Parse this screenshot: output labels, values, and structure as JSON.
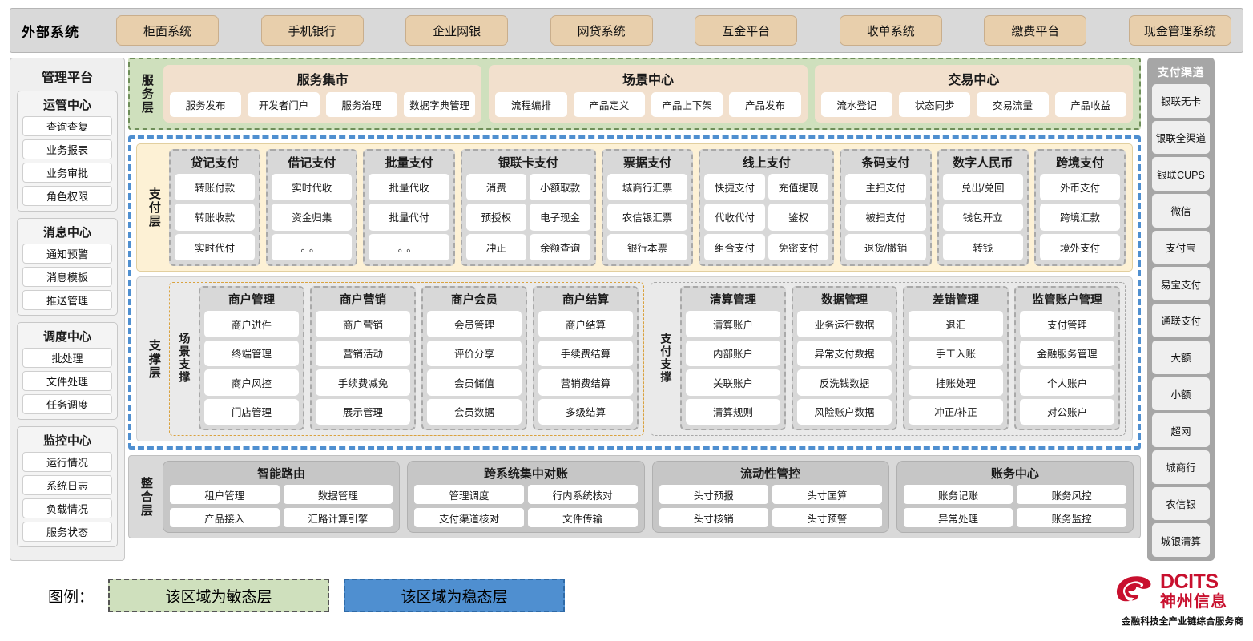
{
  "external": {
    "title": "外部系统",
    "items": [
      "柜面系统",
      "手机银行",
      "企业网银",
      "网贷系统",
      "互金平台",
      "收单系统",
      "缴费平台",
      "现金管理系统"
    ]
  },
  "management": {
    "title": "管理平台",
    "groups": [
      {
        "title": "运管中心",
        "items": [
          "查询查复",
          "业务报表",
          "业务审批",
          "角色权限"
        ]
      },
      {
        "title": "消息中心",
        "items": [
          "通知预警",
          "消息模板",
          "推送管理"
        ]
      },
      {
        "title": "调度中心",
        "items": [
          "批处理",
          "文件处理",
          "任务调度"
        ]
      },
      {
        "title": "监控中心",
        "items": [
          "运行情况",
          "系统日志",
          "负载情况",
          "服务状态"
        ]
      }
    ]
  },
  "service_layer": {
    "label": "服务层",
    "cards": [
      {
        "title": "服务集市",
        "items": [
          "服务发布",
          "开发者门户",
          "服务治理",
          "数据字典管理"
        ]
      },
      {
        "title": "场景中心",
        "items": [
          "流程编排",
          "产品定义",
          "产品上下架",
          "产品发布"
        ]
      },
      {
        "title": "交易中心",
        "items": [
          "流水登记",
          "状态同步",
          "交易流量",
          "产品收益"
        ]
      }
    ]
  },
  "pay_layer": {
    "label": "支付层",
    "columns": [
      {
        "title": "贷记支付",
        "cols": 1,
        "items": [
          "转账付款",
          "转账收款",
          "实时代付"
        ]
      },
      {
        "title": "借记支付",
        "cols": 1,
        "items": [
          "实时代收",
          "资金归集",
          "。。"
        ]
      },
      {
        "title": "批量支付",
        "cols": 1,
        "items": [
          "批量代收",
          "批量代付",
          "。。"
        ]
      },
      {
        "title": "银联卡支付",
        "cols": 2,
        "items": [
          "消费",
          "小额取款",
          "预授权",
          "电子现金",
          "冲正",
          "余额查询"
        ]
      },
      {
        "title": "票据支付",
        "cols": 1,
        "items": [
          "城商行汇票",
          "农信银汇票",
          "银行本票"
        ]
      },
      {
        "title": "线上支付",
        "cols": 2,
        "items": [
          "快捷支付",
          "充值提现",
          "代收代付",
          "鉴权",
          "组合支付",
          "免密支付"
        ]
      },
      {
        "title": "条码支付",
        "cols": 1,
        "items": [
          "主扫支付",
          "被扫支付",
          "退货/撤销"
        ]
      },
      {
        "title": "数字人民币",
        "cols": 1,
        "items": [
          "兑出/兑回",
          "钱包开立",
          "转钱"
        ]
      },
      {
        "title": "跨境支付",
        "cols": 1,
        "items": [
          "外币支付",
          "跨境汇款",
          "境外支付"
        ]
      }
    ]
  },
  "support_layer": {
    "label": "支撑层",
    "zones": [
      {
        "label": "场景支撑",
        "columns": [
          {
            "title": "商户管理",
            "items": [
              "商户进件",
              "终端管理",
              "商户风控",
              "门店管理"
            ]
          },
          {
            "title": "商户营销",
            "items": [
              "商户营销",
              "营销活动",
              "手续费减免",
              "展示管理"
            ]
          },
          {
            "title": "商户会员",
            "items": [
              "会员管理",
              "评价分享",
              "会员储值",
              "会员数据"
            ]
          },
          {
            "title": "商户结算",
            "items": [
              "商户结算",
              "手续费结算",
              "营销费结算",
              "多级结算"
            ]
          }
        ]
      },
      {
        "label": "支付支撑",
        "columns": [
          {
            "title": "清算管理",
            "items": [
              "清算账户",
              "内部账户",
              "关联账户",
              "清算规则"
            ]
          },
          {
            "title": "数据管理",
            "items": [
              "业务运行数据",
              "异常支付数据",
              "反洗钱数据",
              "风险账户数据"
            ]
          },
          {
            "title": "差错管理",
            "items": [
              "退汇",
              "手工入账",
              "挂账处理",
              "冲正/补正"
            ]
          },
          {
            "title": "监管账户管理",
            "items": [
              "支付管理",
              "金融服务管理",
              "个人账户",
              "对公账户"
            ]
          }
        ]
      }
    ]
  },
  "integration_layer": {
    "label": "整合层",
    "cards": [
      {
        "title": "智能路由",
        "items": [
          "租户管理",
          "数据管理",
          "产品接入",
          "汇路计算引擎"
        ]
      },
      {
        "title": "跨系统集中对账",
        "items": [
          "管理调度",
          "行内系统核对",
          "支付渠道核对",
          "文件传输"
        ]
      },
      {
        "title": "流动性管控",
        "items": [
          "头寸预报",
          "头寸匡算",
          "头寸核销",
          "头寸预警"
        ]
      },
      {
        "title": "账务中心",
        "items": [
          "账务记账",
          "账务风控",
          "异常处理",
          "账务监控"
        ]
      }
    ]
  },
  "channels": {
    "title": "支付渠道",
    "items": [
      "银联无卡",
      "银联全渠道",
      "银联CUPS",
      "微信",
      "支付宝",
      "易宝支付",
      "通联支付",
      "大额",
      "小额",
      "超网",
      "城商行",
      "农信银",
      "城银清算"
    ]
  },
  "legend": {
    "label": "图例：",
    "agile": "该区域为敏态层",
    "stable": "该区域为稳态层",
    "agile_color": "#cfe0bd",
    "stable_color": "#4f8fd0"
  },
  "logo": {
    "en": "DCITS",
    "cn": "神州信息",
    "tagline": "金融科技全产业链综合服务商",
    "brand_color": "#c8102e"
  }
}
